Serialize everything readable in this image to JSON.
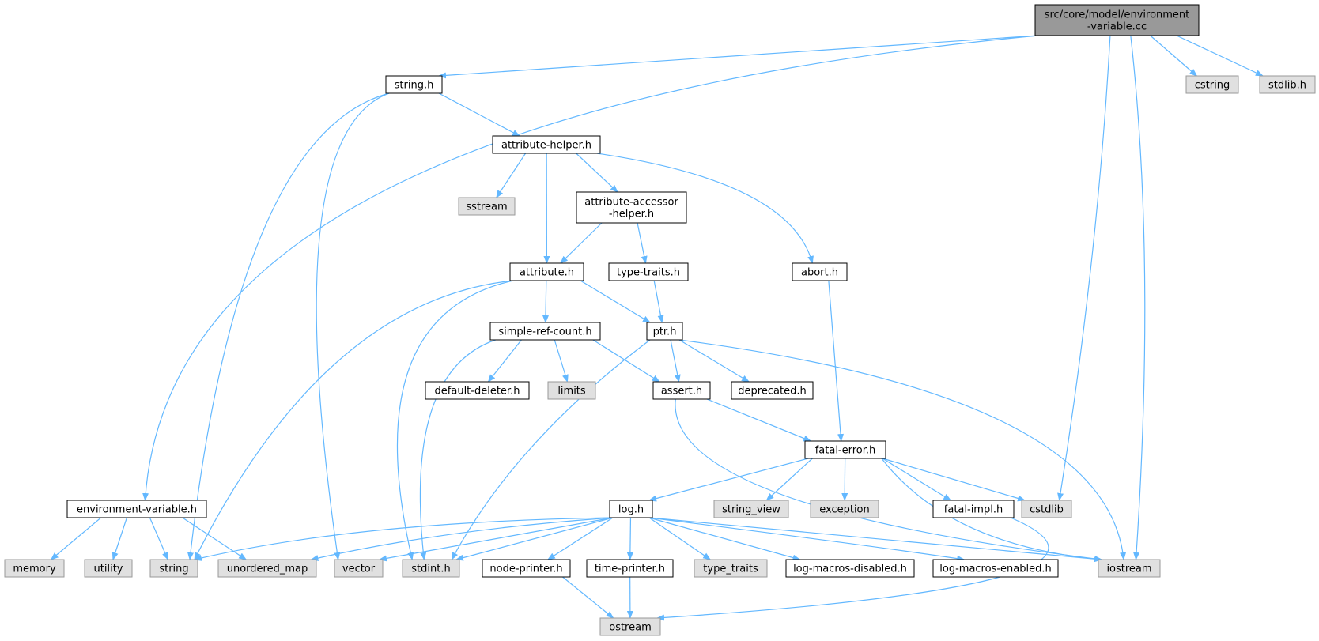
{
  "graph": {
    "colors": {
      "edge": "#63b8ff",
      "root_fill": "#999999",
      "local_fill": "#ffffff",
      "system_fill": "#e0e0e0",
      "local_stroke": "#000000",
      "system_stroke": "#999999"
    },
    "nodes": [
      {
        "id": "root",
        "lines": [
          "src/core/model/environment",
          "-variable.cc"
        ],
        "kind": "root"
      },
      {
        "id": "string_h",
        "lines": [
          "string.h"
        ],
        "kind": "local"
      },
      {
        "id": "cstring",
        "lines": [
          "cstring"
        ],
        "kind": "system"
      },
      {
        "id": "stdlib_h",
        "lines": [
          "stdlib.h"
        ],
        "kind": "system"
      },
      {
        "id": "attribute_helper_h",
        "lines": [
          "attribute-helper.h"
        ],
        "kind": "local"
      },
      {
        "id": "sstream",
        "lines": [
          "sstream"
        ],
        "kind": "system"
      },
      {
        "id": "attribute_accessor_helper_h",
        "lines": [
          "attribute-accessor",
          "-helper.h"
        ],
        "kind": "local"
      },
      {
        "id": "attribute_h",
        "lines": [
          "attribute.h"
        ],
        "kind": "local"
      },
      {
        "id": "type_traits_h",
        "lines": [
          "type-traits.h"
        ],
        "kind": "local"
      },
      {
        "id": "abort_h",
        "lines": [
          "abort.h"
        ],
        "kind": "local"
      },
      {
        "id": "simple_ref_count_h",
        "lines": [
          "simple-ref-count.h"
        ],
        "kind": "local"
      },
      {
        "id": "ptr_h",
        "lines": [
          "ptr.h"
        ],
        "kind": "local"
      },
      {
        "id": "default_deleter_h",
        "lines": [
          "default-deleter.h"
        ],
        "kind": "local"
      },
      {
        "id": "limits",
        "lines": [
          "limits"
        ],
        "kind": "system"
      },
      {
        "id": "assert_h",
        "lines": [
          "assert.h"
        ],
        "kind": "local"
      },
      {
        "id": "deprecated_h",
        "lines": [
          "deprecated.h"
        ],
        "kind": "local"
      },
      {
        "id": "fatal_error_h",
        "lines": [
          "fatal-error.h"
        ],
        "kind": "local"
      },
      {
        "id": "environment_variable_h",
        "lines": [
          "environment-variable.h"
        ],
        "kind": "local"
      },
      {
        "id": "log_h",
        "lines": [
          "log.h"
        ],
        "kind": "local"
      },
      {
        "id": "string_view",
        "lines": [
          "string_view"
        ],
        "kind": "system"
      },
      {
        "id": "exception",
        "lines": [
          "exception"
        ],
        "kind": "system"
      },
      {
        "id": "fatal_impl_h",
        "lines": [
          "fatal-impl.h"
        ],
        "kind": "local"
      },
      {
        "id": "cstdlib",
        "lines": [
          "cstdlib"
        ],
        "kind": "system"
      },
      {
        "id": "memory",
        "lines": [
          "memory"
        ],
        "kind": "system"
      },
      {
        "id": "utility",
        "lines": [
          "utility"
        ],
        "kind": "system"
      },
      {
        "id": "string",
        "lines": [
          "string"
        ],
        "kind": "system"
      },
      {
        "id": "unordered_map",
        "lines": [
          "unordered_map"
        ],
        "kind": "system"
      },
      {
        "id": "vector",
        "lines": [
          "vector"
        ],
        "kind": "system"
      },
      {
        "id": "stdint_h",
        "lines": [
          "stdint.h"
        ],
        "kind": "system"
      },
      {
        "id": "node_printer_h",
        "lines": [
          "node-printer.h"
        ],
        "kind": "local"
      },
      {
        "id": "time_printer_h",
        "lines": [
          "time-printer.h"
        ],
        "kind": "local"
      },
      {
        "id": "type_traits",
        "lines": [
          "type_traits"
        ],
        "kind": "system"
      },
      {
        "id": "log_macros_disabled_h",
        "lines": [
          "log-macros-disabled.h"
        ],
        "kind": "local"
      },
      {
        "id": "log_macros_enabled_h",
        "lines": [
          "log-macros-enabled.h"
        ],
        "kind": "local"
      },
      {
        "id": "iostream",
        "lines": [
          "iostream"
        ],
        "kind": "system"
      },
      {
        "id": "ostream",
        "lines": [
          "ostream"
        ],
        "kind": "system"
      }
    ],
    "edges": [
      [
        "root",
        "environment_variable_h"
      ],
      [
        "root",
        "string_h"
      ],
      [
        "root",
        "cstdlib"
      ],
      [
        "root",
        "cstring"
      ],
      [
        "root",
        "iostream"
      ],
      [
        "root",
        "stdlib_h"
      ],
      [
        "string_h",
        "attribute_helper_h"
      ],
      [
        "string_h",
        "string"
      ],
      [
        "string_h",
        "vector"
      ],
      [
        "attribute_helper_h",
        "sstream"
      ],
      [
        "attribute_helper_h",
        "attribute_accessor_helper_h"
      ],
      [
        "attribute_helper_h",
        "attribute_h"
      ],
      [
        "attribute_helper_h",
        "abort_h"
      ],
      [
        "attribute_accessor_helper_h",
        "attribute_h"
      ],
      [
        "attribute_accessor_helper_h",
        "type_traits_h"
      ],
      [
        "attribute_h",
        "simple_ref_count_h"
      ],
      [
        "attribute_h",
        "ptr_h"
      ],
      [
        "attribute_h",
        "string"
      ],
      [
        "attribute_h",
        "stdint_h"
      ],
      [
        "type_traits_h",
        "ptr_h"
      ],
      [
        "abort_h",
        "fatal_error_h"
      ],
      [
        "simple_ref_count_h",
        "default_deleter_h"
      ],
      [
        "simple_ref_count_h",
        "limits"
      ],
      [
        "simple_ref_count_h",
        "assert_h"
      ],
      [
        "simple_ref_count_h",
        "stdint_h"
      ],
      [
        "ptr_h",
        "assert_h"
      ],
      [
        "ptr_h",
        "deprecated_h"
      ],
      [
        "ptr_h",
        "iostream"
      ],
      [
        "ptr_h",
        "stdint_h"
      ],
      [
        "assert_h",
        "fatal_error_h"
      ],
      [
        "assert_h",
        "iostream"
      ],
      [
        "fatal_error_h",
        "log_h"
      ],
      [
        "fatal_error_h",
        "string_view"
      ],
      [
        "fatal_error_h",
        "exception"
      ],
      [
        "fatal_error_h",
        "fatal_impl_h"
      ],
      [
        "fatal_error_h",
        "cstdlib"
      ],
      [
        "fatal_error_h",
        "iostream"
      ],
      [
        "fatal_impl_h",
        "ostream"
      ],
      [
        "environment_variable_h",
        "memory"
      ],
      [
        "environment_variable_h",
        "utility"
      ],
      [
        "environment_variable_h",
        "string"
      ],
      [
        "environment_variable_h",
        "unordered_map"
      ],
      [
        "log_h",
        "string"
      ],
      [
        "log_h",
        "unordered_map"
      ],
      [
        "log_h",
        "vector"
      ],
      [
        "log_h",
        "stdint_h"
      ],
      [
        "log_h",
        "node_printer_h"
      ],
      [
        "log_h",
        "time_printer_h"
      ],
      [
        "log_h",
        "type_traits"
      ],
      [
        "log_h",
        "log_macros_disabled_h"
      ],
      [
        "log_h",
        "log_macros_enabled_h"
      ],
      [
        "log_h",
        "iostream"
      ],
      [
        "node_printer_h",
        "ostream"
      ],
      [
        "time_printer_h",
        "ostream"
      ]
    ]
  }
}
